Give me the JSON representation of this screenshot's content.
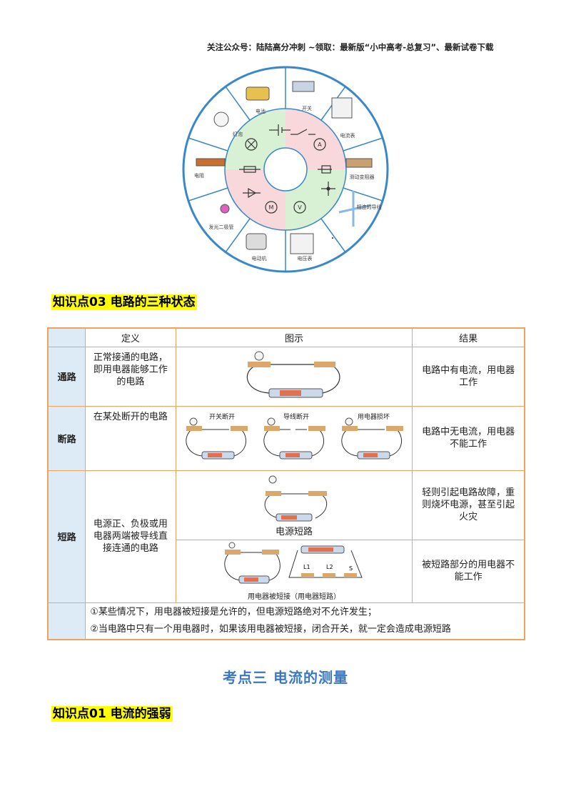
{
  "header": {
    "note": "关注公众号：陆陆高分冲刺 ~领取：最新版“小中高考-总复习”、最新试卷下载"
  },
  "wheel": {
    "labels": [
      "电池",
      "开关",
      "电流表",
      "滑动变阻器",
      "相连的导线",
      "电压表",
      "电动机",
      "发光二极管",
      "电阻",
      "灯泡"
    ],
    "ring_colors": {
      "green": "#d8f0d4",
      "pink": "#f9d8dc",
      "outer": "#3a88c8"
    }
  },
  "sections": {
    "kp03": "知识点03  电路的三种状态",
    "exam_point": "考点三    电流的测量",
    "kp01": "知识点01  电流的强弱"
  },
  "table": {
    "headers": [
      "定义",
      "图示",
      "结果"
    ],
    "rows": {
      "open_circuit": {
        "name": "通路",
        "definition": "正常接通的电路，即用电器能够工作的电路",
        "result": "电路中有电流，用电器工作"
      },
      "broken_circuit": {
        "name": "断路",
        "definition": "在某处断开的电路",
        "captions": [
          "开关断开",
          "导线断开",
          "用电器损坏"
        ],
        "result": "电路中无电流，用电器不能工作"
      },
      "short_circuit": {
        "name": "短路",
        "definition": "电源正、负极或用电器两端被导线直接连通的电路",
        "sub1_caption": "电源短路",
        "sub1_result": "轻则引起电路故障，重则烧坏电源，甚至引起火灾",
        "sub2_caption": "用电器被短接（用电器短路）",
        "sub2_labels": [
          "L1",
          "L2",
          "S"
        ],
        "sub2_result": "被短路部分的用电器不能工作"
      }
    },
    "notes": [
      "①某些情况下，用电器被短接是允许的，但电源短路绝对不允许发生；",
      "②当电路中只有一个用电器时，如果该用电器被短接，闭合开关，就一定会造成电源短路"
    ]
  }
}
